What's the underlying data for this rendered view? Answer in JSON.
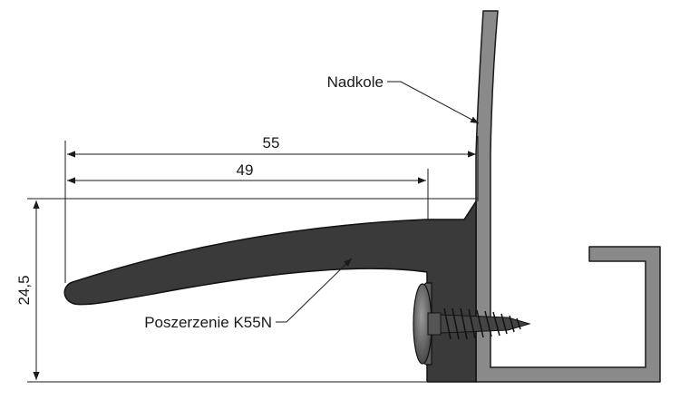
{
  "dimensions": {
    "width_total": "55",
    "width_inner": "49",
    "height": "24,5"
  },
  "labels": {
    "fender": "Nadkole",
    "extension": "Poszerzenie K55N"
  },
  "colors": {
    "profile": "#3a3a3a",
    "metal": "#8a8a8a",
    "line": "#1a1a1a"
  }
}
